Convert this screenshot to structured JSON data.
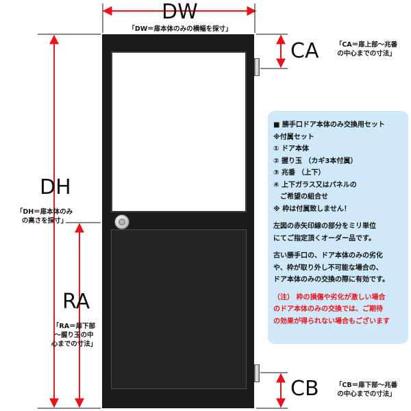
{
  "labels": {
    "dw": "DW",
    "dh": "DH",
    "ra": "RA",
    "ca": "CA",
    "cb": "CB"
  },
  "notes": {
    "dw": "「DW＝扉本体のみの横幅を採寸」",
    "dh": [
      "「DH＝扉本体のみ",
      "の高さを採寸」"
    ],
    "ra": [
      "「RA＝扉下部",
      "～握り玉の中",
      "心までの寸法」"
    ],
    "ca": [
      "「CA＝扉上部～兆番",
      "の中心までの寸法」"
    ],
    "cb": [
      "「CB＝扉下部～兆番",
      "の中心までの寸法」"
    ]
  },
  "info": {
    "title": "■ 勝手口ドア本体のみ交換用セット",
    "set_header": "※付属セット",
    "items": [
      "① ドア本体",
      "② 握り玉 （カギ3本付属）",
      "③ 兆番 （上下）",
      "④ 上下ガラス又はパネルの",
      "　ご希望の組合せ",
      "※ 枠は付属致しません！"
    ],
    "para1": [
      "左図の赤矢印線の部分をミリ単位",
      "にてご指定頂くオーダー品です。"
    ],
    "para2": [
      "古い勝手口の、ドア本体のみの劣化",
      "や、枠が取り外し不可能な場合の、",
      "ドア本体のみの交換の際に有効です。"
    ],
    "warning": [
      "（注） 枠の損傷や劣化が激しい場合",
      "のドア本体のみの交換では、ご期待",
      "の効果が得られない場合もございます"
    ]
  },
  "colors": {
    "arrow": "#e8141c",
    "door": "#1b1b1b",
    "panel_bg": "#cfe9f8",
    "warning_text": "#e8141c"
  }
}
